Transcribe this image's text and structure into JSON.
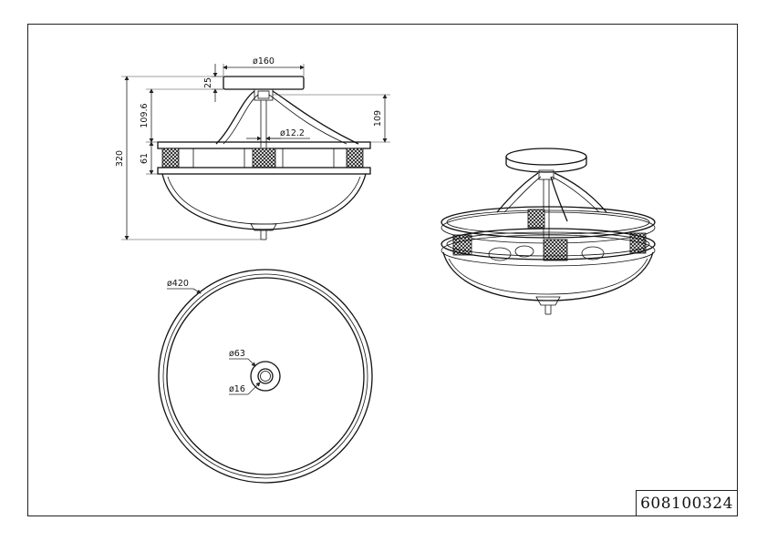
{
  "drawing": {
    "part_number": "608100324",
    "dimensions": {
      "canopy_diameter": "ø160",
      "canopy_height": "25",
      "arm_height": "109.6",
      "right_height": "109",
      "rod_diameter": "ø12.2",
      "overall_height": "320",
      "ring_height": "61",
      "bowl_diameter": "ø420",
      "center_diameter": "ø63",
      "finial_diameter": "ø16"
    }
  },
  "colors": {
    "line": "#111111",
    "mesh": "#2a2a2a",
    "background": "#ffffff"
  }
}
